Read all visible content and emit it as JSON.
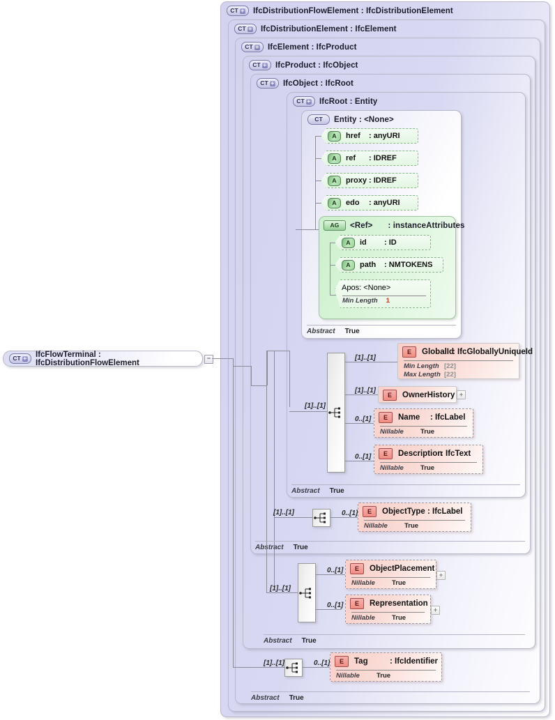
{
  "diagram": {
    "kind": "xsd-schema-diagram",
    "root": {
      "badge": "CT",
      "label": "IfcFlowTerminal : IfcDistributionFlowElement",
      "collapse_toggle": "−"
    },
    "containers": [
      {
        "badge": "CT",
        "plus": "+",
        "label": "IfcDistributionFlowElement : IfcDistributionElement"
      },
      {
        "badge": "CT",
        "plus": "+",
        "label": "IfcDistributionElement : IfcElement"
      },
      {
        "badge": "CT",
        "plus": "+",
        "label": "IfcElement : IfcProduct"
      },
      {
        "badge": "CT",
        "plus": "+",
        "label": "IfcProduct : IfcObject"
      },
      {
        "badge": "CT",
        "plus": "+",
        "label": "IfcObject : IfcRoot"
      },
      {
        "badge": "CT",
        "plus": "+",
        "label": "IfcRoot   : Entity"
      }
    ],
    "entity": {
      "badge": "CT",
      "label": "Entity      : <None>"
    },
    "attributes": [
      {
        "icon": "A",
        "name": "href",
        "type": ": anyURI"
      },
      {
        "icon": "A",
        "name": "ref",
        "type": ": IDREF"
      },
      {
        "icon": "A",
        "name": "proxy",
        "type": ": IDREF"
      },
      {
        "icon": "A",
        "name": "edo",
        "type": ": anyURI"
      }
    ],
    "attribute_group": {
      "badge": "AG",
      "name": "<Ref>",
      "type": ": instanceAttributes",
      "attributes": [
        {
          "icon": "A",
          "name": "id",
          "type": ": ID"
        },
        {
          "icon": "A",
          "name": "path",
          "type": ": NMTOKENS"
        },
        {
          "icon": "A",
          "name": "pos",
          "type": ": <None>",
          "facets": [
            {
              "key": "Min Length",
              "value": "1"
            }
          ]
        }
      ]
    },
    "abstract_rows": [
      {
        "key": "Abstract",
        "value": "True"
      },
      {
        "key": "Abstract",
        "value": "True"
      },
      {
        "key": "Abstract",
        "value": "True"
      },
      {
        "key": "Abstract",
        "value": "True"
      },
      {
        "key": "Abstract",
        "value": "True"
      },
      {
        "key": "Abstract",
        "value": "True"
      }
    ],
    "groups": [
      {
        "name": "ifcroot-sequence",
        "inbound_cardinality": "[1]..[1]",
        "elements": [
          {
            "icon": "E",
            "name": "GlobalId",
            "type": ": IfcGloballyUniqueId",
            "cardinality": "[1]..[1]",
            "style": "solid",
            "expandable": false,
            "facets": [
              {
                "key": "Min Length",
                "value": "[22]",
                "num": true
              },
              {
                "key": "Max Length",
                "value": "[22]",
                "num": true
              }
            ]
          },
          {
            "icon": "E",
            "name": "OwnerHistory",
            "type": "",
            "cardinality": "[1]..[1]",
            "style": "solid",
            "expandable": true,
            "facets": []
          },
          {
            "icon": "E",
            "name": "Name",
            "type": ": IfcLabel",
            "cardinality": "0..[1]",
            "style": "dashed",
            "expandable": false,
            "facets": [
              {
                "key": "Nillable",
                "value": "True"
              }
            ]
          },
          {
            "icon": "E",
            "name": "Description",
            "type": ": IfcText",
            "cardinality": "0..[1]",
            "style": "dashed",
            "expandable": false,
            "facets": [
              {
                "key": "Nillable",
                "value": "True"
              }
            ]
          }
        ]
      },
      {
        "name": "ifcobject-sequence",
        "inbound_cardinality": "[1]..[1]",
        "elements": [
          {
            "icon": "E",
            "name": "ObjectType",
            "type": ": IfcLabel",
            "cardinality": "0..[1]",
            "style": "dashed",
            "expandable": false,
            "facets": [
              {
                "key": "Nillable",
                "value": "True"
              }
            ]
          }
        ]
      },
      {
        "name": "ifcproduct-sequence",
        "inbound_cardinality": "[1]..[1]",
        "elements": [
          {
            "icon": "E",
            "name": "ObjectPlacement",
            "type": "",
            "cardinality": "0..[1]",
            "style": "dashed",
            "expandable": true,
            "facets": [
              {
                "key": "Nillable",
                "value": "True"
              }
            ]
          },
          {
            "icon": "E",
            "name": "Representation",
            "type": "",
            "cardinality": "0..[1]",
            "style": "dashed",
            "expandable": true,
            "facets": [
              {
                "key": "Nillable",
                "value": "True"
              }
            ]
          }
        ]
      },
      {
        "name": "ifcelement-sequence",
        "inbound_cardinality": "[1]..[1]",
        "elements": [
          {
            "icon": "E",
            "name": "Tag",
            "type": ": IfcIdentifier",
            "cardinality": "0..[1]",
            "style": "dashed",
            "expandable": false,
            "facets": [
              {
                "key": "Nillable",
                "value": "True"
              }
            ]
          }
        ]
      }
    ],
    "colors": {
      "container_fill": "#d5d5f0",
      "attribute_fill": "#dcf5dc",
      "element_fill": "#fad8d2",
      "line": "#8b8b99",
      "facet_number": "#c03a1d"
    }
  }
}
